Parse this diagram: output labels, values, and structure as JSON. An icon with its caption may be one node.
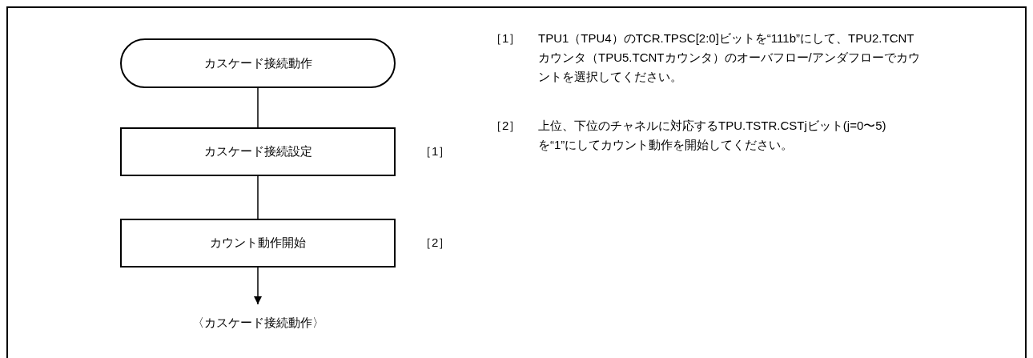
{
  "diagram": {
    "nodes": [
      {
        "text": [
          "カスケード接続動作"
        ]
      },
      {
        "text": [
          "カスケード接続設定"
        ],
        "beside": [
          "［1］"
        ]
      },
      {
        "text": [
          "カウント動作開始"
        ],
        "beside": [
          "［2］"
        ]
      },
      {
        "text": [
          "〈カスケード接続動作〉"
        ]
      }
    ],
    "edges": [
      {
        "from": 0,
        "to": 1,
        "arrow": "none"
      },
      {
        "from": 1,
        "to": 2,
        "arrow": "none"
      },
      {
        "from": 2,
        "to": 3,
        "arrow": "to"
      }
    ],
    "labels": [
      "［1］",
      "TPU1（TPU4）のTCR.TPSC[2:0]ビットを“111b”にして、TPU2.TCNTカウンタ（TPU5.TCNTカウンタ）のオーバフロー/アンダフローでカウントを選択してください。",
      "［2］",
      "上位、下位のチャネルに対応するTPU.TSTR.CSTjビット(j=0〜5)を“1”にしてカウント動作を開始してください。"
    ]
  }
}
